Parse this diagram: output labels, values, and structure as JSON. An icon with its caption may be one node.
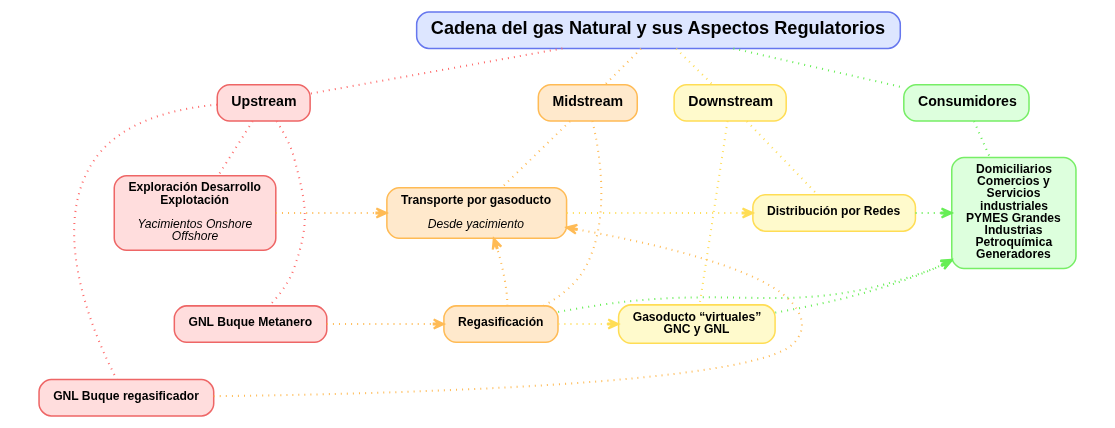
{
  "diagram": {
    "nodes": [
      {
        "text": [
          "Cadena del gas Natural y sus Aspectos Regulatorios"
        ]
      },
      {
        "text": [
          "Upstream"
        ]
      },
      {
        "text": [
          "Midstream"
        ]
      },
      {
        "text": [
          "Downstream"
        ]
      },
      {
        "text": [
          "Consumidores"
        ]
      },
      {
        "text": [
          "Exploración Desarrollo Explotación",
          "Yacimientos Onshore Offshore"
        ]
      },
      {
        "text": [
          "GNL Buque Metanero"
        ]
      },
      {
        "text": [
          "GNL Buque regasificador"
        ]
      },
      {
        "text": [
          "Transporte por gasoducto",
          "Desde yacimiento"
        ]
      },
      {
        "text": [
          "Regasificación"
        ]
      },
      {
        "text": [
          "Distribución por Redes"
        ]
      },
      {
        "text": [
          "Gasoducto “virtuales” GNC y GNL"
        ]
      },
      {
        "text": [
          "Domiciliarios Comercios y Servicios industriales PYMES Grandes Industrias Petroquímica Generadores"
        ]
      }
    ],
    "edges": [
      {
        "from": 0,
        "to": 1,
        "arrow": "none",
        "style": "dashed",
        "color": "#ff6b6b"
      },
      {
        "from": 0,
        "to": 2,
        "arrow": "none",
        "style": "dashed",
        "color": "#ffbb55"
      },
      {
        "from": 0,
        "to": 3,
        "arrow": "none",
        "style": "dashed",
        "color": "#ffdd55"
      },
      {
        "from": 0,
        "to": 4,
        "arrow": "none",
        "style": "dashed",
        "color": "#66ee55"
      },
      {
        "from": 1,
        "to": 5,
        "arrow": "none",
        "style": "dashed",
        "color": "#ff6b6b"
      },
      {
        "from": 1,
        "to": 6,
        "arrow": "none",
        "style": "dashed",
        "color": "#ff6b6b"
      },
      {
        "from": 1,
        "to": 7,
        "arrow": "none",
        "style": "dashed",
        "color": "#ff6b6b"
      },
      {
        "from": 2,
        "to": 8,
        "arrow": "none",
        "style": "dashed",
        "color": "#ffbb55"
      },
      {
        "from": 2,
        "to": 9,
        "arrow": "none",
        "style": "dashed",
        "color": "#ffbb55"
      },
      {
        "from": 3,
        "to": 10,
        "arrow": "none",
        "style": "dashed",
        "color": "#ffdd55"
      },
      {
        "from": 3,
        "to": 11,
        "arrow": "none",
        "style": "dashed",
        "color": "#ffdd55"
      },
      {
        "from": 4,
        "to": 12,
        "arrow": "none",
        "style": "dashed",
        "color": "#66ee55"
      },
      {
        "from": 5,
        "to": 8,
        "arrow": "to",
        "style": "dashed",
        "color": "#ffbb55"
      },
      {
        "from": 6,
        "to": 9,
        "arrow": "to",
        "style": "dashed",
        "color": "#ffbb55"
      },
      {
        "from": 7,
        "to": 8,
        "arrow": "to",
        "style": "dashed",
        "color": "#ffbb55"
      },
      {
        "from": 9,
        "to": 8,
        "arrow": "to",
        "style": "dashed",
        "color": "#ffbb55"
      },
      {
        "from": 8,
        "to": 10,
        "arrow": "to",
        "style": "dashed",
        "color": "#ffdd55"
      },
      {
        "from": 9,
        "to": 11,
        "arrow": "to",
        "style": "dashed",
        "color": "#ffdd55"
      },
      {
        "from": 9,
        "to": 12,
        "arrow": "to",
        "style": "dashed",
        "color": "#66ee55"
      },
      {
        "from": 10,
        "to": 12,
        "arrow": "to",
        "style": "dashed",
        "color": "#66ee55"
      },
      {
        "from": 11,
        "to": 12,
        "arrow": "to",
        "style": "dashed",
        "color": "#66ee55"
      }
    ]
  }
}
